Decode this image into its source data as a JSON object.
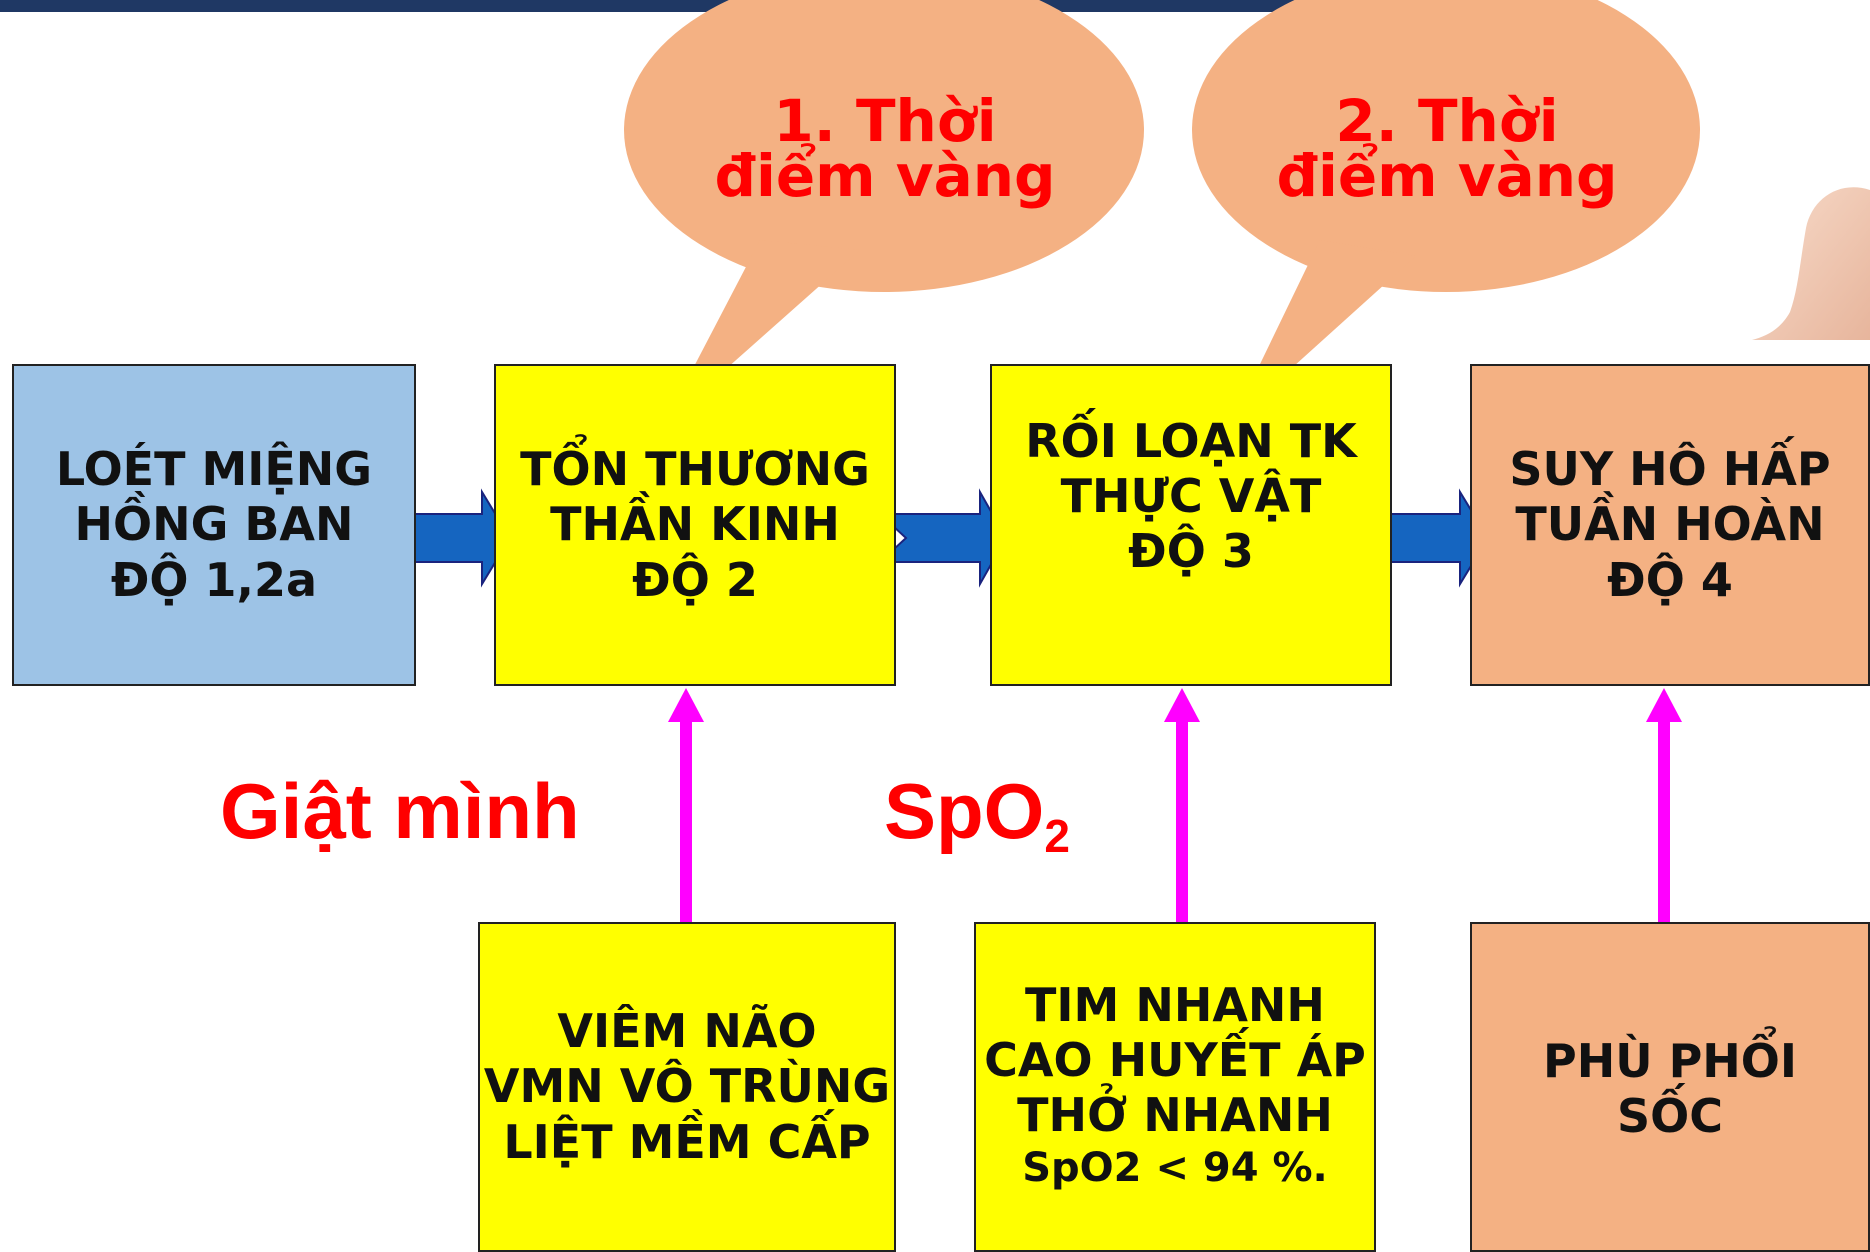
{
  "bubbles": [
    {
      "line1": "1. Thời",
      "line2": "điểm vàng"
    },
    {
      "line1": "2. Thời",
      "line2": "điểm vàng"
    }
  ],
  "stages": [
    {
      "lines": [
        "LOÉT MIỆNG",
        "HỒNG BAN",
        "ĐỘ 1,2a"
      ],
      "color": "#9dc3e6"
    },
    {
      "lines": [
        "TỔN THƯƠNG",
        "THẦN KINH",
        "ĐỘ 2"
      ],
      "color": "#ffff00"
    },
    {
      "lines": [
        "RỐI LOẠN TK",
        "THỰC VẬT",
        "ĐỘ 3"
      ],
      "color": "#ffff00"
    },
    {
      "lines": [
        "SUY HÔ HẤP",
        "TUẦN HOÀN",
        "ĐỘ 4"
      ],
      "color": "#f4b183"
    }
  ],
  "signs": [
    {
      "lines": [
        "VIÊM NÃO",
        "VMN VÔ TRÙNG",
        "LIỆT MỀM CẤP"
      ],
      "color": "#ffff00"
    },
    {
      "lines": [
        "TIM NHANH",
        "CAO HUYẾT ÁP",
        "THỞ NHANH",
        "SpO2 < 94 %."
      ],
      "color": "#ffff00"
    },
    {
      "lines": [
        "PHÙ PHỔI",
        "SỐC"
      ],
      "color": "#f4b183"
    }
  ],
  "labels": {
    "startle": "Giật mình",
    "spo2_main": "SpO",
    "spo2_sub": "2"
  },
  "colors": {
    "flow_arrow": "#1565c0",
    "up_arrow": "#ff00ff",
    "bubble": "#f4b183",
    "label_text": "#ff0000",
    "top_bar": "#1f3864"
  }
}
